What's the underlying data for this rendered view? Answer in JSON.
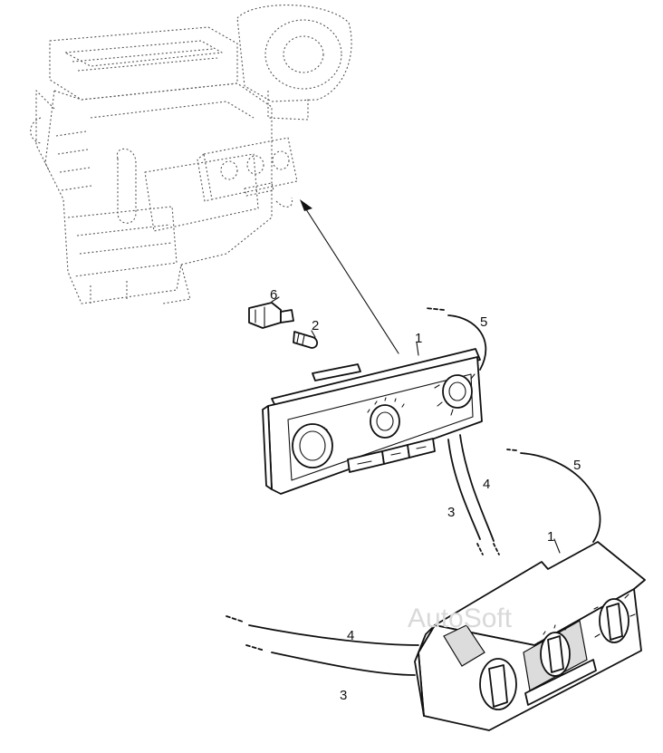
{
  "callouts": {
    "c1_upper": "1",
    "c1_lower": "1",
    "c2": "2",
    "c3_upper": "3",
    "c3_lower": "3",
    "c4_upper": "4",
    "c4_lower": "4",
    "c5_upper": "5",
    "c5_lower": "5",
    "c6": "6"
  },
  "watermark": "AutoSoft"
}
